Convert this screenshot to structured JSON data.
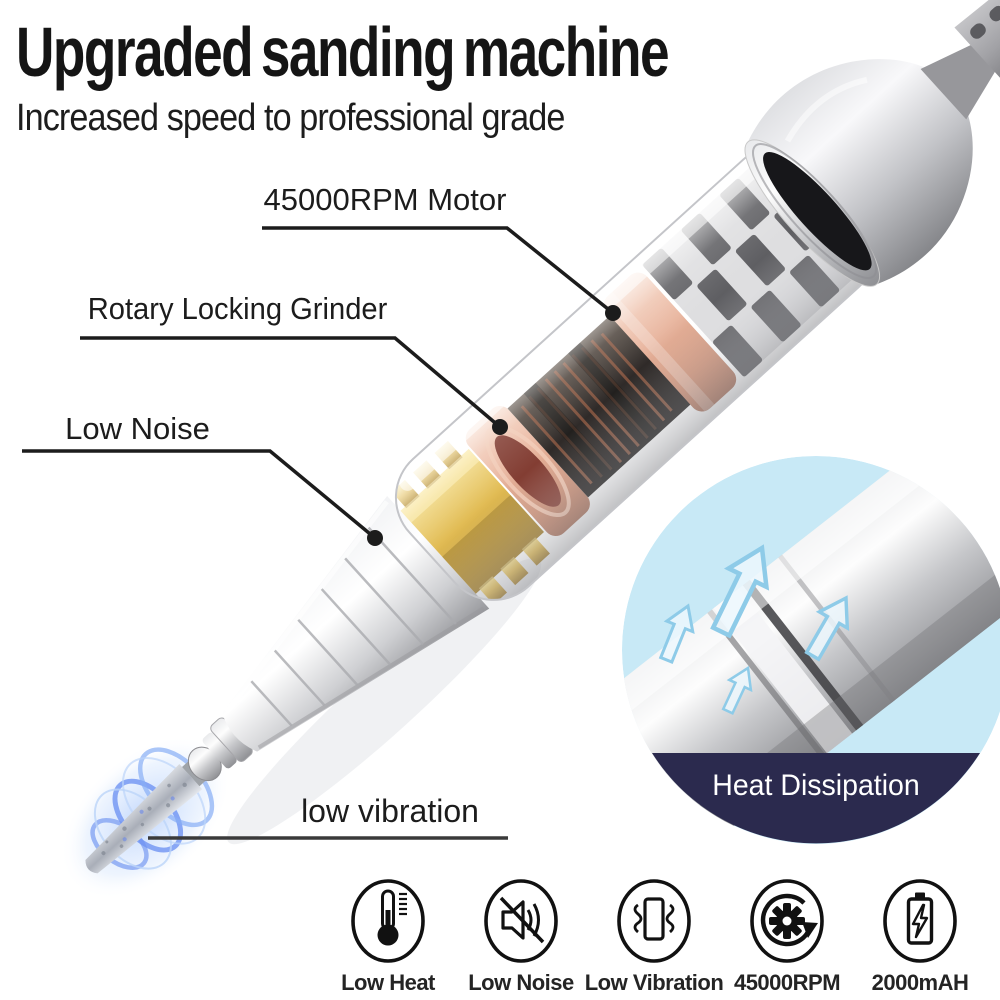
{
  "header": {
    "title": "Upgraded sanding machine",
    "subtitle": "Increased speed to professional grade"
  },
  "callouts": {
    "motor": {
      "label": "45000RPM Motor"
    },
    "grinder": {
      "label": "Rotary Locking Grinder"
    },
    "noise": {
      "label": "Low Noise"
    },
    "vibration": {
      "label": "low vibration"
    }
  },
  "inset": {
    "label": "Heat Dissipation"
  },
  "features": [
    {
      "icon": "thermometer-icon",
      "label": "Low Heat"
    },
    {
      "icon": "speaker-muted-icon",
      "label": "Low Noise"
    },
    {
      "icon": "phone-vibration-icon",
      "label": "Low Vibration"
    },
    {
      "icon": "gear-rotation-icon",
      "label": "45000RPM"
    },
    {
      "icon": "battery-bolt-icon",
      "label": "2000mAH"
    }
  ],
  "colors": {
    "text": "#1b1b1b",
    "inset_background": "#c8e9f6",
    "inset_band": "#2b2a4e",
    "swirl_blue": "#6f93f2",
    "copper": "#dba68c",
    "gold": "#e3bb4e",
    "cable_gray": "#9a9a9a"
  }
}
